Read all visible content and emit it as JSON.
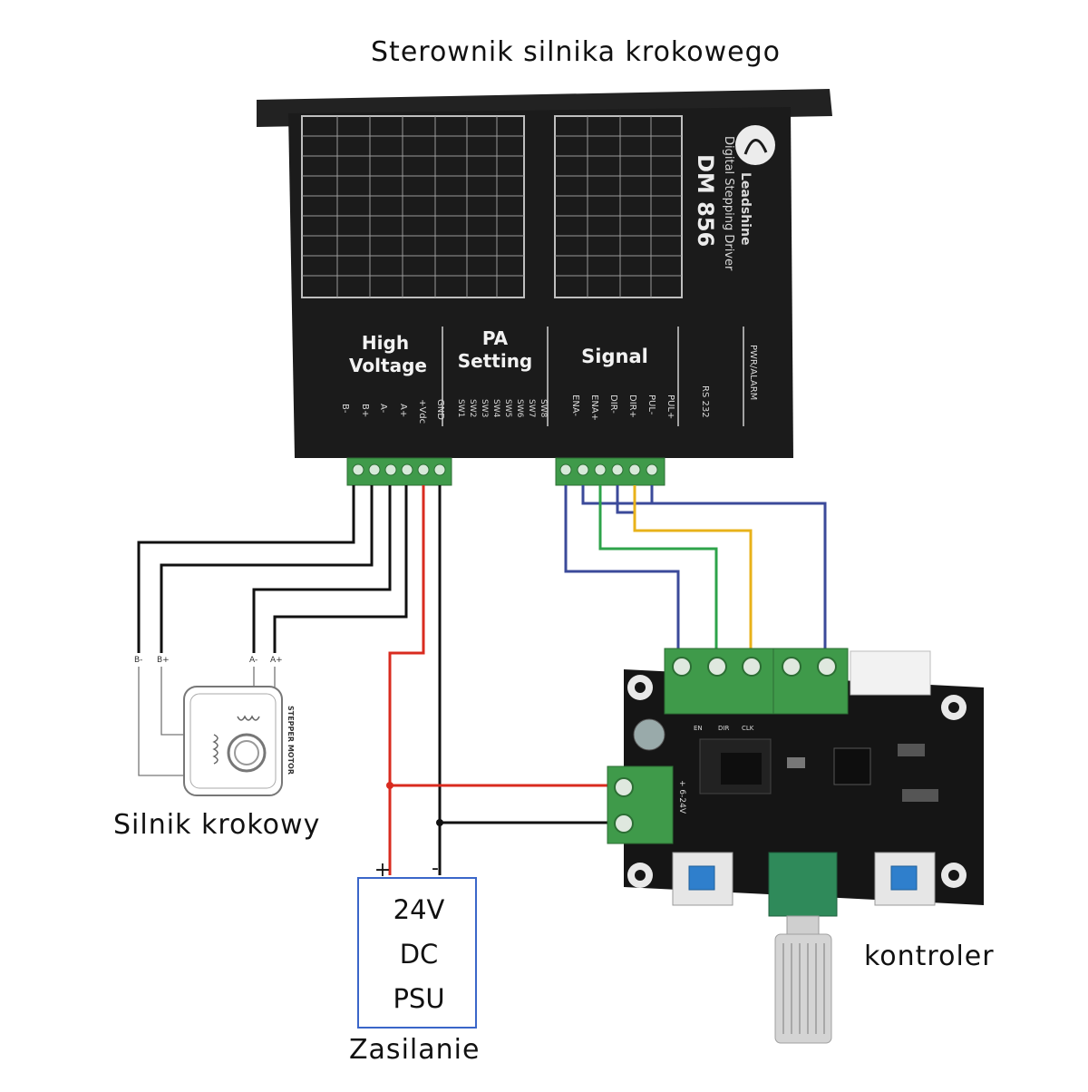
{
  "labels": {
    "title": "Sterownik silnika krokowego",
    "motor": "Silnik krokowy",
    "controller": "kontroler",
    "power": "Zasilanie"
  },
  "driver": {
    "brand": "Leadshine",
    "model": "DM 856",
    "subtitle": "Digital Stepping Driver",
    "sections": {
      "high_voltage": [
        "High",
        "Voltage"
      ],
      "pa_setting": [
        "PA",
        "Setting"
      ],
      "signal": "Signal",
      "rs232": "RS 232",
      "pwr_alarm": "PWR/ALARM"
    },
    "pins_high_voltage": [
      "GND",
      "+Vdc",
      "A+",
      "A-",
      "B+",
      "B-"
    ],
    "pins_pa": [
      "SW8",
      "SW7",
      "SW6",
      "SW5",
      "SW4",
      "SW3",
      "SW2",
      "SW1"
    ],
    "pins_signal": [
      "PUL+",
      "PUL-",
      "DIR+",
      "DIR-",
      "ENA+",
      "ENA-"
    ]
  },
  "motor": {
    "label": "STEPPER MOTOR",
    "wires": [
      "B-",
      "B+",
      "A-",
      "A+"
    ]
  },
  "psu": {
    "lines": [
      "24V",
      "DC",
      "PSU"
    ],
    "plus": "+",
    "minus": "-"
  },
  "controller": {
    "terminal_labels": [
      "EN",
      "DIR",
      "CLK"
    ],
    "power_label": "+ 6-24V"
  },
  "colors": {
    "driver_body": "#1b1b1b",
    "terminal_green": "#3f9a4a",
    "wire_black": "#111111",
    "wire_red": "#d92b1f",
    "wire_blue": "#3b4a9a",
    "wire_green": "#2da34a",
    "wire_yellow": "#e8b21a",
    "psu_border": "#3a66c9"
  }
}
